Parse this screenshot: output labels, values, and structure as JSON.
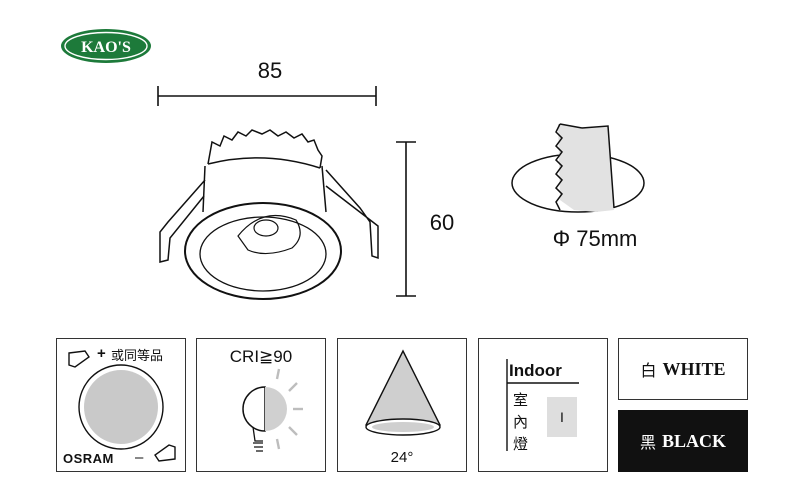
{
  "brand": {
    "logo_text": "KAO'S",
    "logo_color": "#1d7a3a"
  },
  "dimensions": {
    "width": "85",
    "height": "60",
    "cutout": "Φ 75mm"
  },
  "features": {
    "chip": {
      "plus": "+",
      "minus": "–",
      "note": "或同等品",
      "brand": "OSRAM"
    },
    "cri": {
      "text": "CRI≧90",
      "icon": "bulb-half-light-icon"
    },
    "beam": {
      "angle": "24°",
      "icon": "cone-beam-icon"
    },
    "indoor": {
      "title": "Indoor",
      "chinese": [
        "室",
        "內",
        "燈"
      ],
      "grade": "I"
    },
    "colors": [
      {
        "cn": "白",
        "en": "WHITE"
      },
      {
        "cn": "黑",
        "en": "BLACK"
      }
    ]
  }
}
